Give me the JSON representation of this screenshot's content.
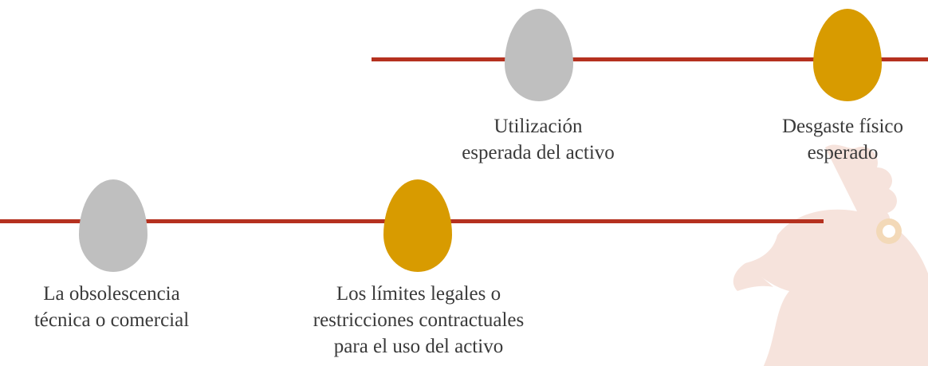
{
  "colors": {
    "line": "#b5311f",
    "egg_gray": "#bfbfbf",
    "egg_gold": "#d89b00",
    "text": "#3a3a3a",
    "watermark": "#f6e3dc"
  },
  "top_row": {
    "items": [
      {
        "egg_color": "gray",
        "label_lines": [
          "Utilización",
          "esperada del activo"
        ]
      },
      {
        "egg_color": "gold",
        "label_lines": [
          "Desgaste físico",
          "esperado"
        ]
      }
    ]
  },
  "bottom_row": {
    "items": [
      {
        "egg_color": "gray",
        "label_lines": [
          "La obsolescencia",
          "técnica o comercial"
        ]
      },
      {
        "egg_color": "gold",
        "label_lines": [
          "Los límites legales o",
          "restricciones contractuales",
          "para el uso del activo"
        ]
      }
    ]
  },
  "watermark": {
    "icon": "rooster-logo"
  }
}
